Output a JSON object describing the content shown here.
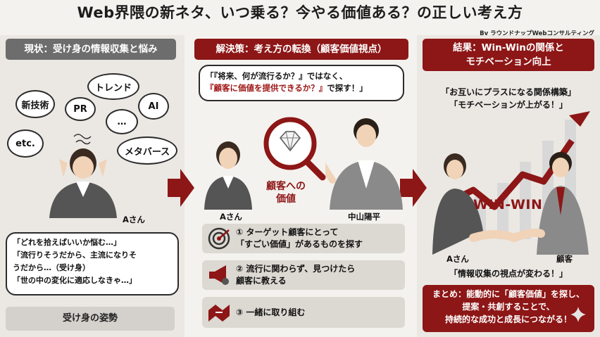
{
  "title": "Web界隈の新ネタ、いつ乗る？今やる価値ある？の正しい考え方",
  "byline": "By ラウンドナップWebコンサルティング",
  "colors": {
    "accent": "#8d1616",
    "gray": "#6d6d6d"
  },
  "col1": {
    "header": "現状：受け身の情報収集と悩み",
    "bubbles": [
      "新技術",
      "PR",
      "トレンド",
      "AI",
      "…",
      "etc.",
      "メタバース"
    ],
    "person": "Aさん",
    "speech": [
      "「どれを拾えばいいか悩む…」",
      "「流行りそうだから、主流になりそ",
      "うだから…（受け身）",
      "「世の中の変化に適応しなきゃ…」"
    ],
    "footer": "受け身の姿勢"
  },
  "col2": {
    "header": "解決策：考え方の転換（顧客価値視点）",
    "speech_line1": "「『将来、何が流行るか？』ではなく、",
    "speech_line2_red": "『顧客に価値を提供できるか？』",
    "speech_line2_rest": "で探す！」",
    "diamond_label": [
      "顧客への",
      "価値"
    ],
    "person_a": "Aさん",
    "person_b": "中山陽平",
    "steps": [
      {
        "icon": "target-icon",
        "lines": [
          "① ターゲット顧客にとって",
          "「すごい価値」があるものを探す"
        ]
      },
      {
        "icon": "megaphone-icon",
        "lines": [
          "② 流行に関わらず、見つけたら",
          "顧客に教える"
        ]
      },
      {
        "icon": "handshake-icon",
        "lines": [
          "③ 一緒に取り組む"
        ]
      }
    ]
  },
  "col3": {
    "header": [
      "結果：Win-Winの関係と",
      "モチベーション向上"
    ],
    "quote1": "「お互いにプラスになる関係構築」",
    "quote2": "「モチベーションが上がる！」",
    "win": "WIN-WIN",
    "person_a": "Aさん",
    "person_b": "顧客",
    "quote3": "「情報収集の視点が変わる！」",
    "summary": [
      "まとめ：能動的に「顧客価値」を探し、",
      "提案・共創することで、",
      "持続的な成功と成長につながる！"
    ]
  }
}
